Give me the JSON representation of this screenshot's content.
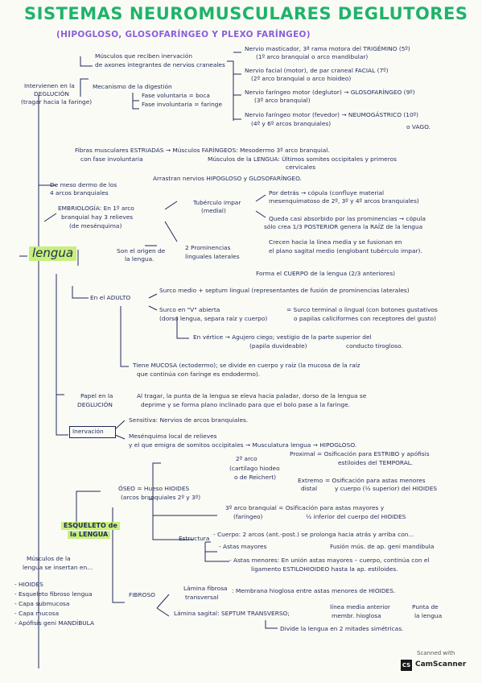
{
  "title": "SISTEMAS NEUROMUSCULARES DEGLUTORES",
  "subtitle": "(HIPOGLOSO, GLOSOFARÍNGEO Y PLEXO FARÍNGEO)",
  "intro": {
    "musculos": "Músculos que reciben inervación",
    "axones": "de axones integrantes de nervios craneales",
    "intervienen1": "Intervienen en la",
    "intervienen2": "DEGLUCIÓN",
    "intervienen3": "(tragar hacia la faringe)",
    "mecanismo": "Mecanismo de la digestión",
    "fase_vol": "Fase voluntaria = boca",
    "fase_invol": "Fase involuntaria = faringe"
  },
  "nervios": {
    "n1a": "Nervio masticador, 3ª rama motora del TRIGÉMINO (5º)",
    "n1b": "(1º arco branquial o arco mandibular)",
    "n2a": "Nervio facial (motor), de par craneal FACIAL (7º)",
    "n2b": "(2º arco branquial o arco hioideo)",
    "n3a": "Nervio faríngeo motor (deglutor) → GLOSOFARÍNGEO (9º)",
    "n3b": "(3º arco branquial)",
    "n4a": "Nervio faríngeo motor (fevedor) → NEUMOGÁSTRICO (10º)",
    "n4b": "(4º y 6º arcos branquiales)",
    "n4c": "o VAGO."
  },
  "fibras": {
    "f1": "Fibras musculares ESTRIADAS → Músculos FARÍNGEOS: Mesodermo 3º arco branquial.",
    "f2": "con fase involuntaria",
    "f3": "Músculos de la LENGUA: Últimos somites occipitales y primeros",
    "f4": "cervicales",
    "f5": "Arrastran nervios HIPOGLOSO y GLOSOFARÍNGEO."
  },
  "embrio": {
    "mesod1": "De meso dermo de los",
    "mesod2": "4 arcos branquiales",
    "e1": "EMBRIOLOGÍA: En 1º arco",
    "e2": "branquial hay 3 relieves",
    "e3": "(de mesénquima)",
    "tub1": "Tubérculo impar",
    "tub2": "(medial)",
    "pd1": "Por detrás → cópula (confluye material",
    "pd2": "mesenquimatoso de 2º, 3º y 4º arcos branquiales)",
    "qd1": "Queda casi absorbido por las prominencias → cópula",
    "qd2": "sólo crea 1/3 POSTERIOR genera la RAÍZ de la lengua",
    "son1": "Son el origen de",
    "son2": "la lengua.",
    "prom1": "2 Prominencias",
    "prom2": "linguales laterales",
    "cre1": "Crecen hacia la línea media y se fusionan en",
    "cre2": "el plano sagital medio (englobant tubérculo impar).",
    "forma": "Forma el CUERPO de la lengua (2/3 anteriores)"
  },
  "lengua": "lengua",
  "adulto": {
    "label": "En el ADULTO",
    "surco1": "Surco medio + septum lingual (representantes de fusión de prominencias laterales)",
    "v1": "Surco en \"V\" abierta",
    "v2": "(dorso lengua, separa raíz y cuerpo)",
    "term1": "= Surco terminal o lingual (con botones gustativos",
    "term2": "o papilas caliciformes con receptores del gusto)",
    "ver1": "En vértice → Agujero ciego; vestigio de la parte superior del",
    "ver2": "(papila duvideable)",
    "ver3": "conducto tirogloso.",
    "muc1": "Tiene MUCOSA (ectodermo); se divide en cuerpo y raíz (la mucosa de la raíz",
    "muc2": "que continúa con faringe es endodermo)."
  },
  "papel": {
    "p1": "Papel en la",
    "p2": "DEGLUCIÓN",
    "p3": "Al tragar, la punta de la lengua se eleva hacia paladar, dorso de la lengua se",
    "p4": "deprime y se forma plano inclinado para que el bolo pase a la faringe."
  },
  "inervacion": {
    "label": "Inervación",
    "sens": "Sensitiva: Nervios de arcos branquiales.",
    "mes1": "Mesénquima local de relieves",
    "mes2": "y el que emigra de somitos occipitales → Musculatura lengua → HIPOGLOSO."
  },
  "esqueleto": {
    "label1": "ESQUELETO de",
    "label2": "la LENGUA",
    "oseo": "ÓSEO = Hueso HIOIDES",
    "arcos": "(arcos branquiales 2º y 3º)",
    "arco2a": "2º arco",
    "arco2b": "(cartílago hiodeo",
    "arco2c": "o de Reichert)",
    "prox1": "Proximal = Osificación para ESTRIBO y apófisis",
    "prox2": "estiloides del TEMPORAL.",
    "ext1": "Extremo",
    "ext2": "distal",
    "ext3": "= Osificación para astas menores",
    "ext4": "y cuerpo (½ superior) del HIOIDES",
    "arco3a": "3º arco branquial = Osificación para astas mayores y",
    "arco3b": "(faríngeo)",
    "arco3c": "½ inferior del cuerpo del HIOIDES",
    "estruc": "Estructura",
    "cuerpo": "- Cuerpo: 2 arcos (ant.-post.) se prolonga hacia atrás y arriba con...",
    "astas_may1": "- Astas mayores",
    "astas_may2": "Fusión mús. de ap. geni mandibula",
    "astas_men1": "- Astas menores: En unión astas mayores – cuerpo, continúa con el",
    "astas_men2": "ligamento ESTILOHIOIDEO hasta la ap. estiloides.",
    "fibroso": "FIBROSO",
    "lam1a": "Lámina fibrosa",
    "lam1b": "transversal",
    "lam1c": ": Membrana hioglosa entre astas menores de HIOIDES.",
    "lam2a": "Lámina sagital: SEPTUM TRANSVERSO;",
    "lam2b": "línea media anterior",
    "lam2c": "membr. hioglosa",
    "lam2d": "Punta de",
    "lam2e": "la lengua",
    "div": "Divide la lengua en 2 mitades simétricas."
  },
  "musc_list": {
    "h1": "Músculos de la",
    "h2": "lengua se insertan en...",
    "items": [
      "- HIOIDES",
      "- Esqueleto fibroso lengua",
      "- Capa submucosa",
      "- Capa mucosa",
      "- Apófisis geni MANDÍBULA"
    ]
  },
  "watermark": {
    "line1": "Scanned with",
    "line2": "CamScanner"
  }
}
